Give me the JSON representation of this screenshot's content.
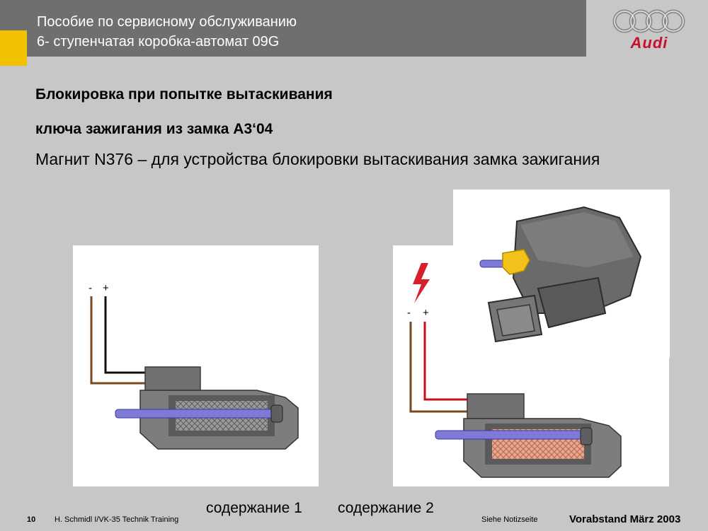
{
  "header": {
    "line1": "Пособие по сервисному обслуживанию",
    "line2": "6- ступенчатая коробка-автомат 09G",
    "logo_text": "Audi",
    "accent_color": "#f2c200"
  },
  "title": {
    "line1": "Блокировка при попытке вытаскивания",
    "line2": "ключа зажигания из замка A3‘04"
  },
  "subtitle": "Магнит N376 – для устройства блокировки вытаскивания замка зажигания",
  "diagrams": {
    "left": {
      "minus": "-",
      "plus": "+"
    },
    "right": {
      "minus": "-",
      "plus": "+"
    },
    "icons": [
      "lightning-icon",
      "audi-rings-icon"
    ]
  },
  "links": {
    "content1": "содержание 1",
    "content2": "содержание 2"
  },
  "footer": {
    "page": "10",
    "author": "H. Schmidl I/VK-35  Technik Training",
    "notes": "Siehe Notizseite",
    "status": "Vorabstand   März 2003"
  }
}
